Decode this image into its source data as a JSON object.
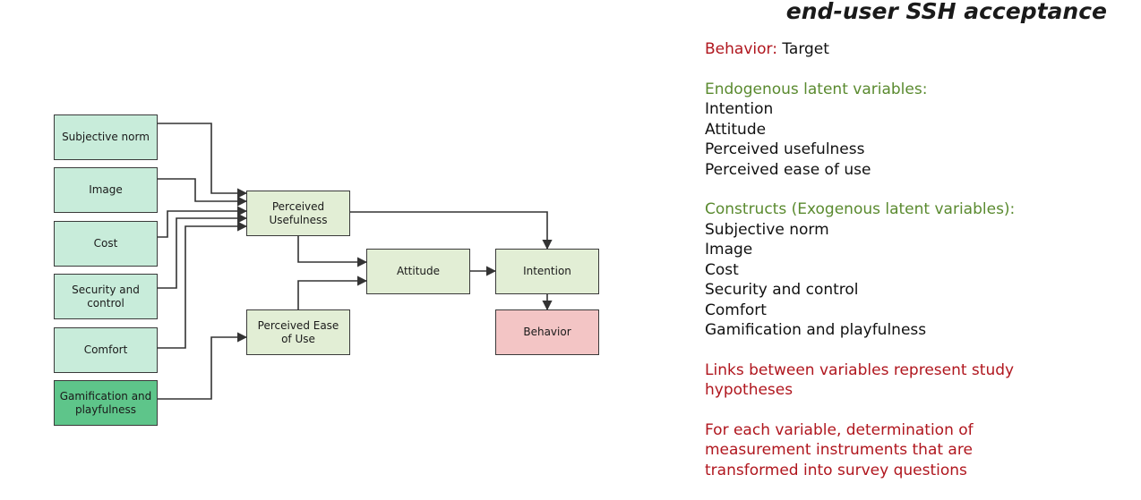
{
  "header": {
    "title": "end-user SSH acceptance"
  },
  "diagram": {
    "nodes": [
      {
        "id": "subjective-norm",
        "label": "Subjective norm",
        "fill": "#c8ecda"
      },
      {
        "id": "image",
        "label": "Image",
        "fill": "#c8ecda"
      },
      {
        "id": "cost",
        "label": "Cost",
        "fill": "#c8ecda"
      },
      {
        "id": "security-control",
        "label": "Security and control",
        "fill": "#c8ecda"
      },
      {
        "id": "comfort",
        "label": "Comfort",
        "fill": "#c8ecda"
      },
      {
        "id": "gamification",
        "label": "Gamification and playfulness",
        "fill": "#5ec58a"
      },
      {
        "id": "perceived-usefulness",
        "label": "Perceived Usefulness",
        "fill": "#e2eed5"
      },
      {
        "id": "perceived-ease",
        "label": "Perceived Ease of Use",
        "fill": "#e2eed5"
      },
      {
        "id": "attitude",
        "label": "Attitude",
        "fill": "#e2eed5"
      },
      {
        "id": "intention",
        "label": "Intention",
        "fill": "#e2eed5"
      },
      {
        "id": "behavior",
        "label": "Behavior",
        "fill": "#f3c5c5"
      }
    ],
    "edges": [
      {
        "from": "subjective-norm",
        "to": "perceived-usefulness"
      },
      {
        "from": "image",
        "to": "perceived-usefulness"
      },
      {
        "from": "cost",
        "to": "perceived-usefulness"
      },
      {
        "from": "security-control",
        "to": "perceived-usefulness"
      },
      {
        "from": "comfort",
        "to": "perceived-usefulness"
      },
      {
        "from": "gamification",
        "to": "perceived-ease"
      },
      {
        "from": "perceived-usefulness",
        "to": "attitude"
      },
      {
        "from": "perceived-usefulness",
        "to": "intention"
      },
      {
        "from": "perceived-ease",
        "to": "attitude"
      },
      {
        "from": "attitude",
        "to": "intention"
      },
      {
        "from": "intention",
        "to": "behavior"
      }
    ]
  },
  "panel": {
    "behavior_label": "Behavior:",
    "behavior_value": "Target",
    "endogenous_title": "Endogenous latent variables:",
    "endogenous_items": [
      "Intention",
      "Attitude",
      "Perceived usefulness",
      "Perceived ease of use"
    ],
    "constructs_title": "Constructs (Exogenous latent variables):",
    "constructs_items": [
      "Subjective norm",
      "Image",
      "Cost",
      "Security and control",
      "Comfort",
      "Gamification and playfulness"
    ],
    "links_note": "Links between variables represent study hypotheses",
    "measurement_note": "For each variable, determination of measurement instruments that are transformed into survey questions"
  },
  "colors": {
    "accent_red": "#b0161e",
    "accent_green": "#5a8a2f",
    "line": "#333333"
  }
}
